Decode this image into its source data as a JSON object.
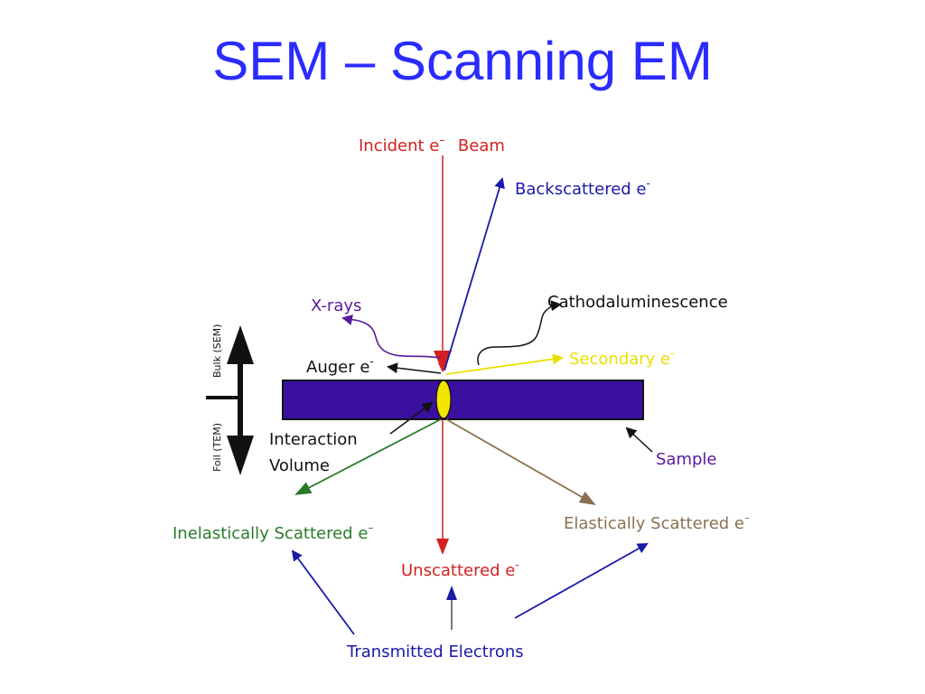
{
  "title": "SEM – Scanning EM",
  "diagram": {
    "labels": {
      "incident_beam": "Incident e",
      "incident_sup": "–",
      "incident_tail": "Beam",
      "backscattered": "Backscattered e",
      "backscattered_sup": "-",
      "xrays": "X-rays",
      "cathodoluminescence": "Cathodaluminescence",
      "secondary": "Secondary e",
      "secondary_sup": "-",
      "auger": "Auger e",
      "auger_sup": "-",
      "interaction_line1": "Interaction",
      "interaction_line2": "Volume",
      "sample": "Sample",
      "inelastic": "Inelastically Scattered e",
      "inelastic_sup": "–",
      "elastic": "Elastically Scattered e",
      "elastic_sup": "–",
      "unscattered": "Unscattered e",
      "unscattered_sup": "-",
      "transmitted": "Transmitted Electrons",
      "bulk": "Bulk (SEM)",
      "foil": "Foil (TEM)"
    },
    "colors": {
      "title": "#2b2bff",
      "incident": "#d42020",
      "backscattered": "#1a1aaa",
      "xrays": "#5a1a9a",
      "secondary": "#e8e000",
      "sample_fill": "#3a10a0",
      "interaction_volume": "#f2e600",
      "inelastic": "#2a7a2a",
      "elastic": "#8a7050",
      "transmitted": "#1a1aaa",
      "sample_label": "#5a1a9a",
      "black": "#111111"
    }
  }
}
